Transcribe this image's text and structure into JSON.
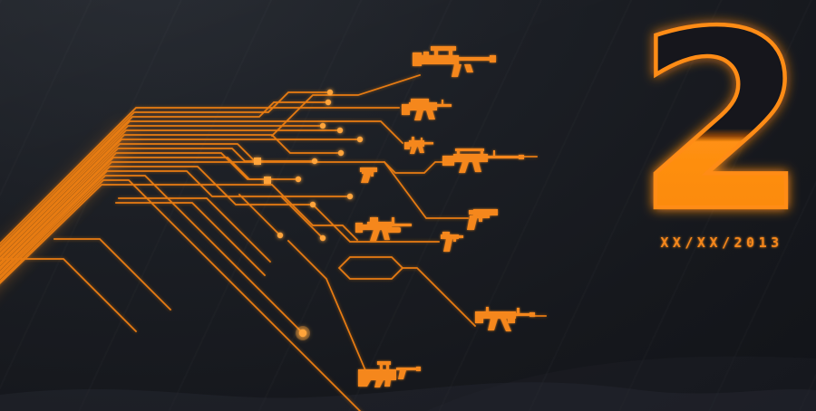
{
  "artwork": {
    "numeral": "2",
    "release_date": "XX/XX/2013",
    "theme": {
      "background": "#171a20",
      "accent_orange": "#f5871a",
      "trace_orange": "#e87c12",
      "glow_orange": "#ffa43a",
      "numeral_outline": "#ff8c15",
      "numeral_fill_top": "#17191f",
      "numeral_fill_bottom": "#ff9012",
      "date_color": "#f5871a"
    },
    "icons": [
      {
        "name": "sniper-rifle-icon",
        "label": "sniper rifle"
      },
      {
        "name": "assault-rifle-icon",
        "label": "assault rifle"
      },
      {
        "name": "compact-carbine-icon",
        "label": "compact carbine"
      },
      {
        "name": "battle-rifle-icon",
        "label": "battle rifle with carry handle"
      },
      {
        "name": "pistol-icon",
        "label": "pistol"
      },
      {
        "name": "grenadier-rifle-icon",
        "label": "rifle with grenade launcher"
      },
      {
        "name": "heavy-pistol-icon",
        "label": "heavy pistol"
      },
      {
        "name": "machine-pistol-icon",
        "label": "machine pistol"
      },
      {
        "name": "submachine-gun-icon",
        "label": "submachine gun"
      },
      {
        "name": "bullpup-rifle-icon",
        "label": "bullpup rifle"
      },
      {
        "name": "circuit-traces",
        "label": "circuit board traces"
      },
      {
        "name": "circuit-nodes",
        "label": "circuit connection nodes"
      }
    ]
  }
}
